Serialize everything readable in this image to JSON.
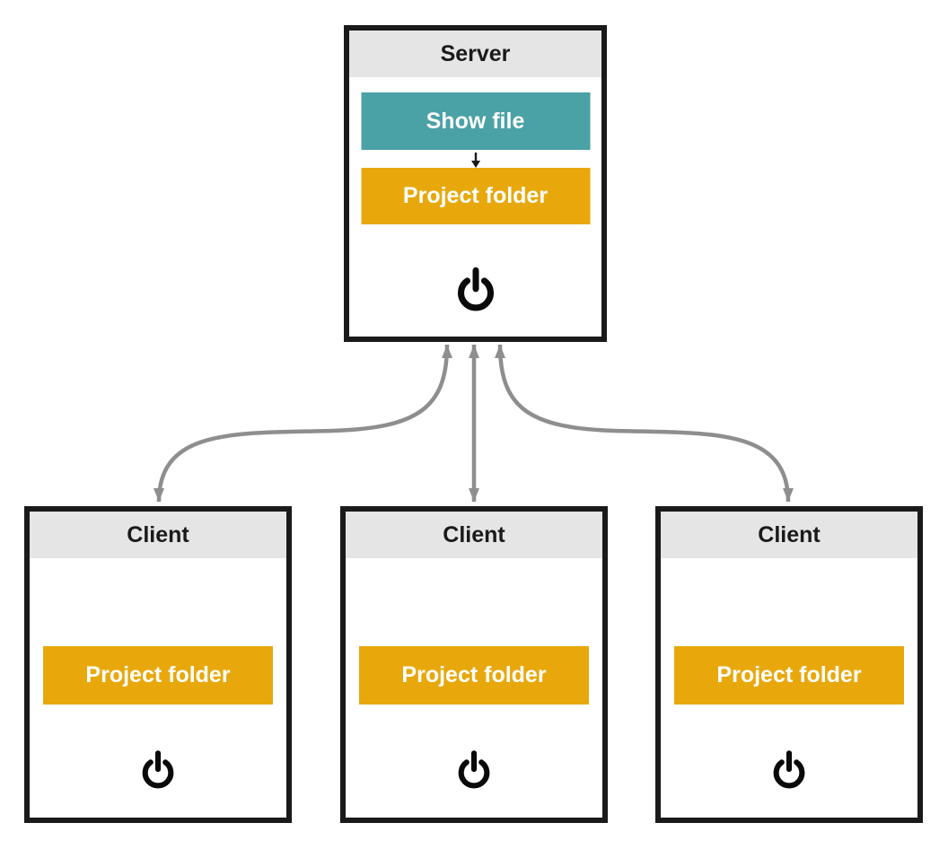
{
  "server": {
    "title": "Server",
    "show_file_label": "Show file",
    "project_folder_label": "Project folder"
  },
  "clients": [
    {
      "title": "Client",
      "project_folder_label": "Project folder"
    },
    {
      "title": "Client",
      "project_folder_label": "Project folder"
    },
    {
      "title": "Client",
      "project_folder_label": "Project folder"
    }
  ],
  "icons": {
    "power": "⏻",
    "internal_flow": "↓",
    "connection": "↕ double-headed curved arrow"
  },
  "colors": {
    "show_file_teal": "#4AA1A6",
    "project_folder_orange": "#E8A80C",
    "node_header_gray": "#E5E5E5",
    "node_border_black": "#1A1A1A",
    "arrow_gray": "#8E8E8E",
    "button_text_white": "#FFFFFF",
    "title_text_dark": "#1A1A1A"
  },
  "connections": [
    {
      "from": "server",
      "to": "client-1",
      "bidirectional": true
    },
    {
      "from": "server",
      "to": "client-2",
      "bidirectional": true
    },
    {
      "from": "server",
      "to": "client-3",
      "bidirectional": true
    },
    {
      "from": "show-file",
      "to": "project-folder",
      "within": "server",
      "bidirectional": false
    }
  ]
}
